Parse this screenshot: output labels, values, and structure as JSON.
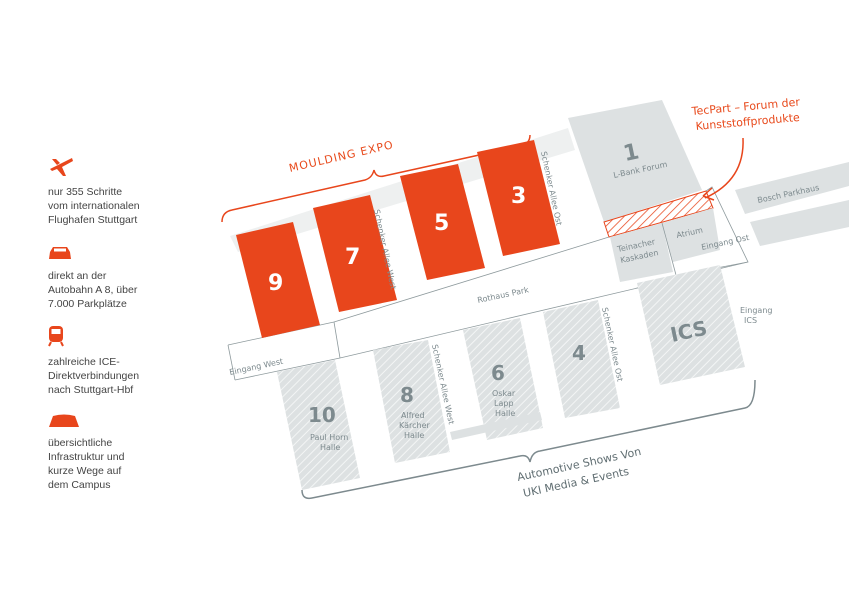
{
  "sidebar": {
    "items": [
      {
        "icon": "airplane-icon",
        "text": [
          "nur 355 Schritte",
          "vom internationalen",
          "Flughafen Stuttgart"
        ]
      },
      {
        "icon": "car-icon",
        "text": [
          "direkt an der",
          "Autobahn A 8, über",
          "7.000 Parkplätze"
        ]
      },
      {
        "icon": "train-icon",
        "text": [
          "zahlreiche ICE-",
          "Direktverbindungen",
          "nach Stuttgart-Hbf"
        ]
      },
      {
        "icon": "roof-icon",
        "text": [
          "übersichtliche",
          "Infrastruktur und",
          "kurze Wege auf",
          "dem Campus"
        ]
      }
    ]
  },
  "map": {
    "colors": {
      "accent": "#e8461c",
      "grey": "#dde1e2",
      "text": "#7d8a8e",
      "line": "#8e9a9d"
    },
    "groups": {
      "moulding": "MOULDING EXPO",
      "automotive": [
        "Automotive Shows Von",
        "UKI Media & Events"
      ],
      "tecpart": [
        "TecPart – Forum der",
        "Kunststoffprodukte"
      ]
    },
    "halls": {
      "h9": "9",
      "h7": "7",
      "h5": "5",
      "h3": "3",
      "h1": "1",
      "h1_name": "L-Bank Forum",
      "h10": "10",
      "h10_name": [
        "Paul Horn",
        "Halle"
      ],
      "h8": "8",
      "h8_name": [
        "Alfred",
        "Kärcher",
        "Halle"
      ],
      "h6": "6",
      "h6_name": [
        "Oskar",
        "Lapp",
        "Halle"
      ],
      "h4": "4",
      "ics": "ICS"
    },
    "places": {
      "teinacher": [
        "Teinacher",
        "Kaskaden"
      ],
      "atrium": "Atrium",
      "bosch": "Bosch Parkhaus",
      "eingang_ost": "Eingang Ost",
      "eingang_west": "Eingang West",
      "eingang_ics": [
        "Eingang",
        "ICS"
      ],
      "rothaus": "Rothaus Park",
      "schenker_west": "Schenker Allee West",
      "schenker_ost": "Schenker Allee Ost"
    }
  }
}
